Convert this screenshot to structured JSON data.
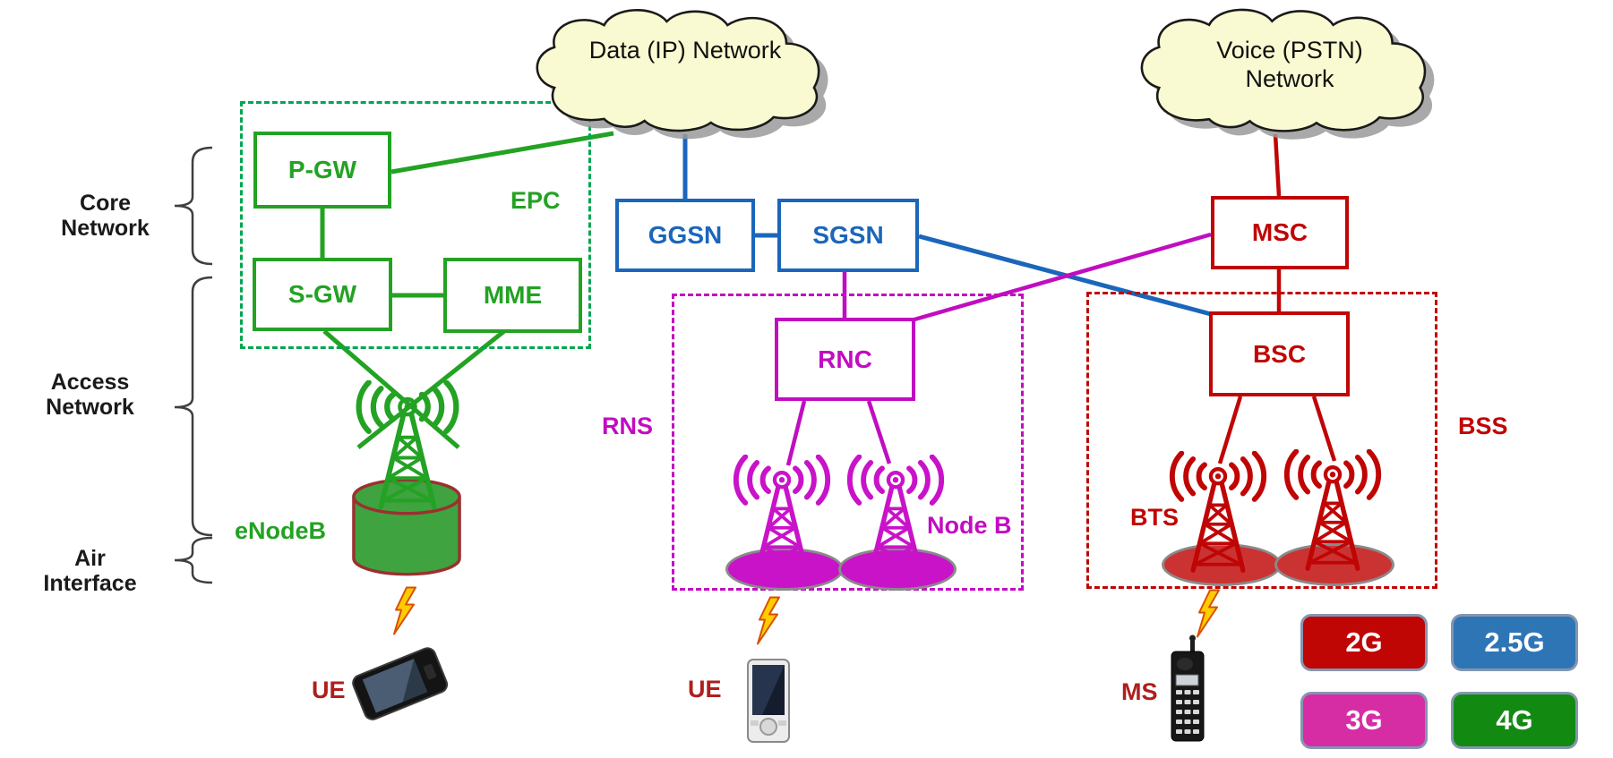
{
  "layer_labels": {
    "core": "Core Network",
    "access": "Access Network",
    "air": "Air Interface"
  },
  "cloud_labels": {
    "data": "Data (IP) Network",
    "voice": "Voice (PSTN) Network"
  },
  "node_labels": {
    "pgw": "P-GW",
    "sgw": "S-GW",
    "mme": "MME",
    "ggsn": "GGSN",
    "sgsn": "SGSN",
    "rnc": "RNC",
    "msc": "MSC",
    "bsc": "BSC"
  },
  "group_labels": {
    "epc": "EPC",
    "rns": "RNS",
    "bss": "BSS"
  },
  "equipment_labels": {
    "enodeb": "eNodeB",
    "nodeb": "Node B",
    "bts": "BTS",
    "ue_4g": "UE",
    "ue_3g": "UE",
    "ms": "MS"
  },
  "legend": {
    "items": [
      {
        "label": "2G",
        "color": "#C00505"
      },
      {
        "label": "2.5G",
        "color": "#2E75B6"
      },
      {
        "label": "3G",
        "color": "#D62DA5"
      },
      {
        "label": "4G",
        "color": "#128A12"
      }
    ]
  },
  "colors": {
    "lte_green": "#23A223",
    "epc_dash_green": "#00A651",
    "gprs_blue": "#1B66BB",
    "umts_magenta": "#C10DC1",
    "gsm_red": "#C00505",
    "cloud_fill": "#FAFAD2",
    "device_label_red": "#AF1E1E"
  }
}
